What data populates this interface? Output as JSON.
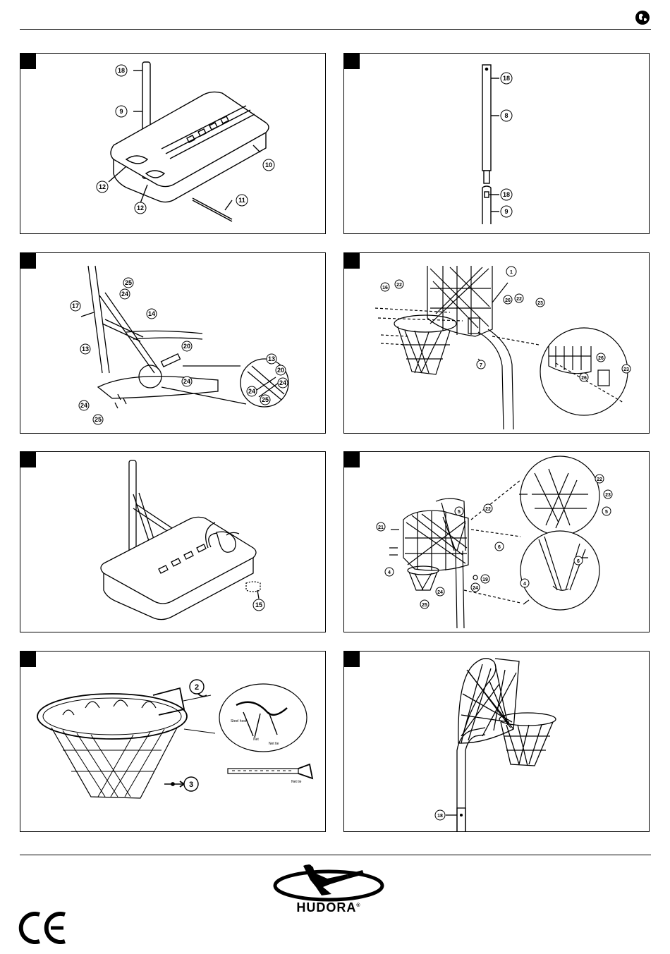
{
  "brand": {
    "name": "HUDORA",
    "registered": "®"
  },
  "marks": {
    "ce": "CE"
  },
  "panels": [
    {
      "id": "p1",
      "callouts": [
        "18",
        "9",
        "10",
        "12",
        "12",
        "11"
      ]
    },
    {
      "id": "p2",
      "callouts": [
        "18",
        "8",
        "18",
        "9"
      ]
    },
    {
      "id": "p3",
      "callouts": [
        "25",
        "24",
        "17",
        "14",
        "13",
        "20",
        "24",
        "24",
        "25",
        "13",
        "20",
        "24",
        "24",
        "25"
      ]
    },
    {
      "id": "p4",
      "callouts": [
        "1",
        "16",
        "22",
        "26",
        "22",
        "23",
        "7",
        "26",
        "26",
        "23"
      ]
    },
    {
      "id": "p5",
      "callouts": [
        "15"
      ]
    },
    {
      "id": "p6",
      "callouts": [
        "5",
        "22",
        "21",
        "4",
        "6",
        "24",
        "24",
        "25",
        "19",
        "5",
        "22",
        "23",
        "6",
        "4"
      ]
    },
    {
      "id": "p7",
      "callouts": [
        "2",
        "3"
      ],
      "labels": [
        "Steel hook",
        "Net",
        "Net tie",
        "Net tie"
      ]
    },
    {
      "id": "p8",
      "callouts": [
        "18"
      ]
    }
  ],
  "colors": {
    "ink": "#000000",
    "paper": "#ffffff"
  }
}
